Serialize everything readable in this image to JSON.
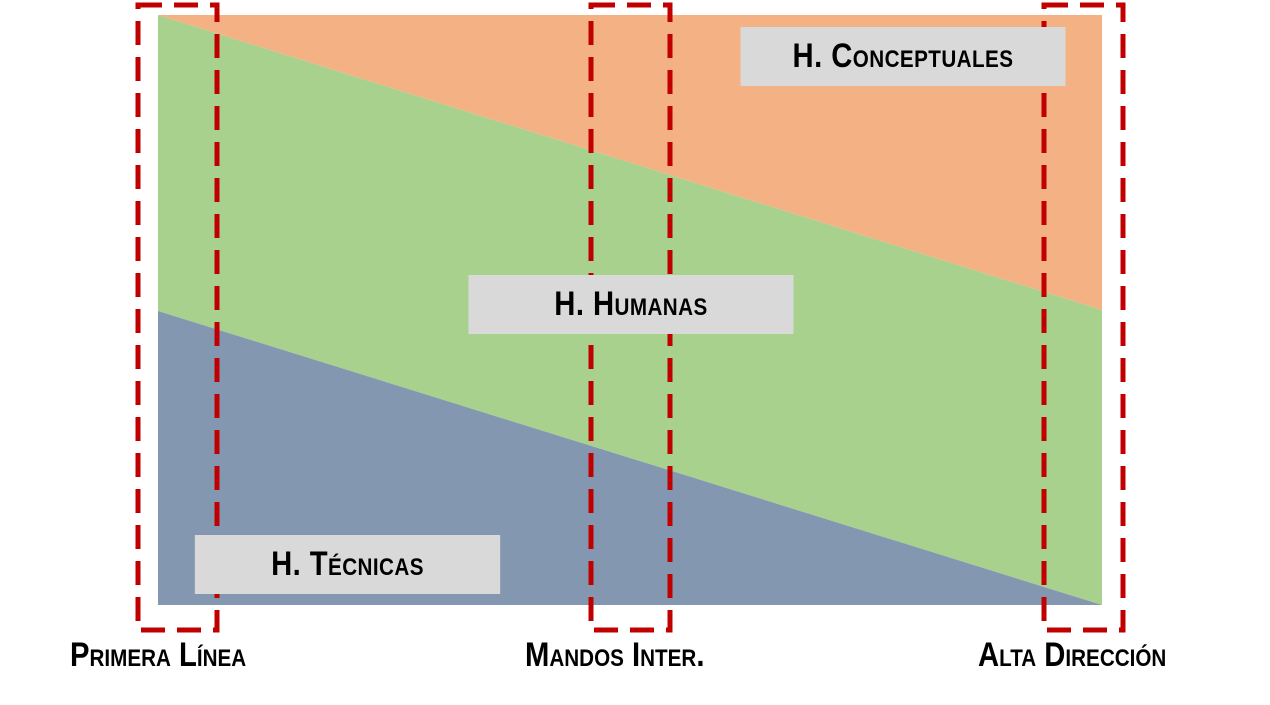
{
  "regions": {
    "conceptuales": {
      "label": "H. Conceptuales",
      "color": "#f4b183"
    },
    "humanas": {
      "label": "H. Humanas",
      "color": "#a9d18e"
    },
    "tecnicas": {
      "label": "H. Técnicas",
      "color": "#8497b0"
    }
  },
  "levels": [
    {
      "id": "primera",
      "label": "Primera Línea"
    },
    {
      "id": "mandos",
      "label": "Mandos Inter."
    },
    {
      "id": "alta",
      "label": "Alta Dirección"
    }
  ],
  "highlight_color": "#c00000",
  "label_box_color": "#d9d9d9"
}
